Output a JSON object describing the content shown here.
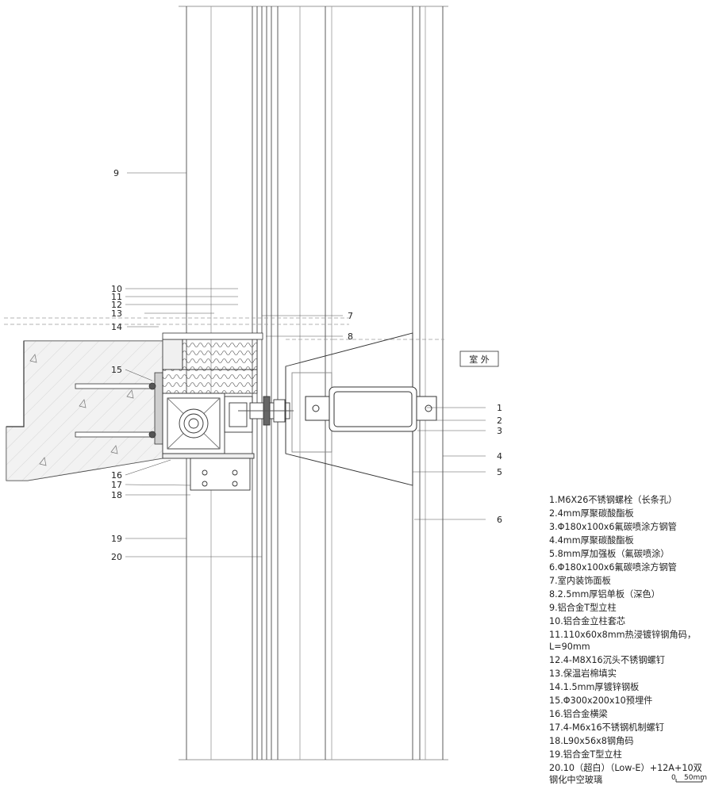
{
  "outdoor_label": "室 外",
  "callouts": [
    "1",
    "2",
    "3",
    "4",
    "5",
    "6",
    "7",
    "8",
    "9",
    "10",
    "11",
    "12",
    "13",
    "14",
    "15",
    "16",
    "17",
    "18",
    "19",
    "20"
  ],
  "legend": [
    "1.M6X26不锈钢螺栓（长条孔）",
    "2.4mm厚聚碳酸酯板",
    "3.Φ180x100x6氟碳喷涂方钢管",
    "4.4mm厚聚碳酸酯板",
    "5.8mm厚加强板（氟碳喷涂）",
    "6.Φ180x100x6氟碳喷涂方钢管",
    "7.室内装饰面板",
    "8.2.5mm厚铝单板（深色）",
    "9.铝合金T型立柱",
    "10.铝合金立柱套芯",
    "11.110x60x8mm热浸镀锌钢角码，",
    "L=90mm",
    "12.4-M8X16沉头不锈钢螺钉",
    "13.保温岩棉填实",
    "14.1.5mm厚镀锌钢板",
    "15.Φ300x200x10预埋件",
    "16.铝合金横梁",
    "17.4-M6x16不锈钢机制螺钉",
    "18.L90x56x8钢角码",
    "19.铝合金T型立柱",
    "20.10（超白）（Low-E）+12A+10双",
    "钢化中空玻璃"
  ],
  "scale_bar": {
    "zero": "0",
    "length": "50mm"
  },
  "colors": {
    "line": "#333333",
    "concrete": "#dcdcdc",
    "dashed": "#9a9a9a"
  }
}
